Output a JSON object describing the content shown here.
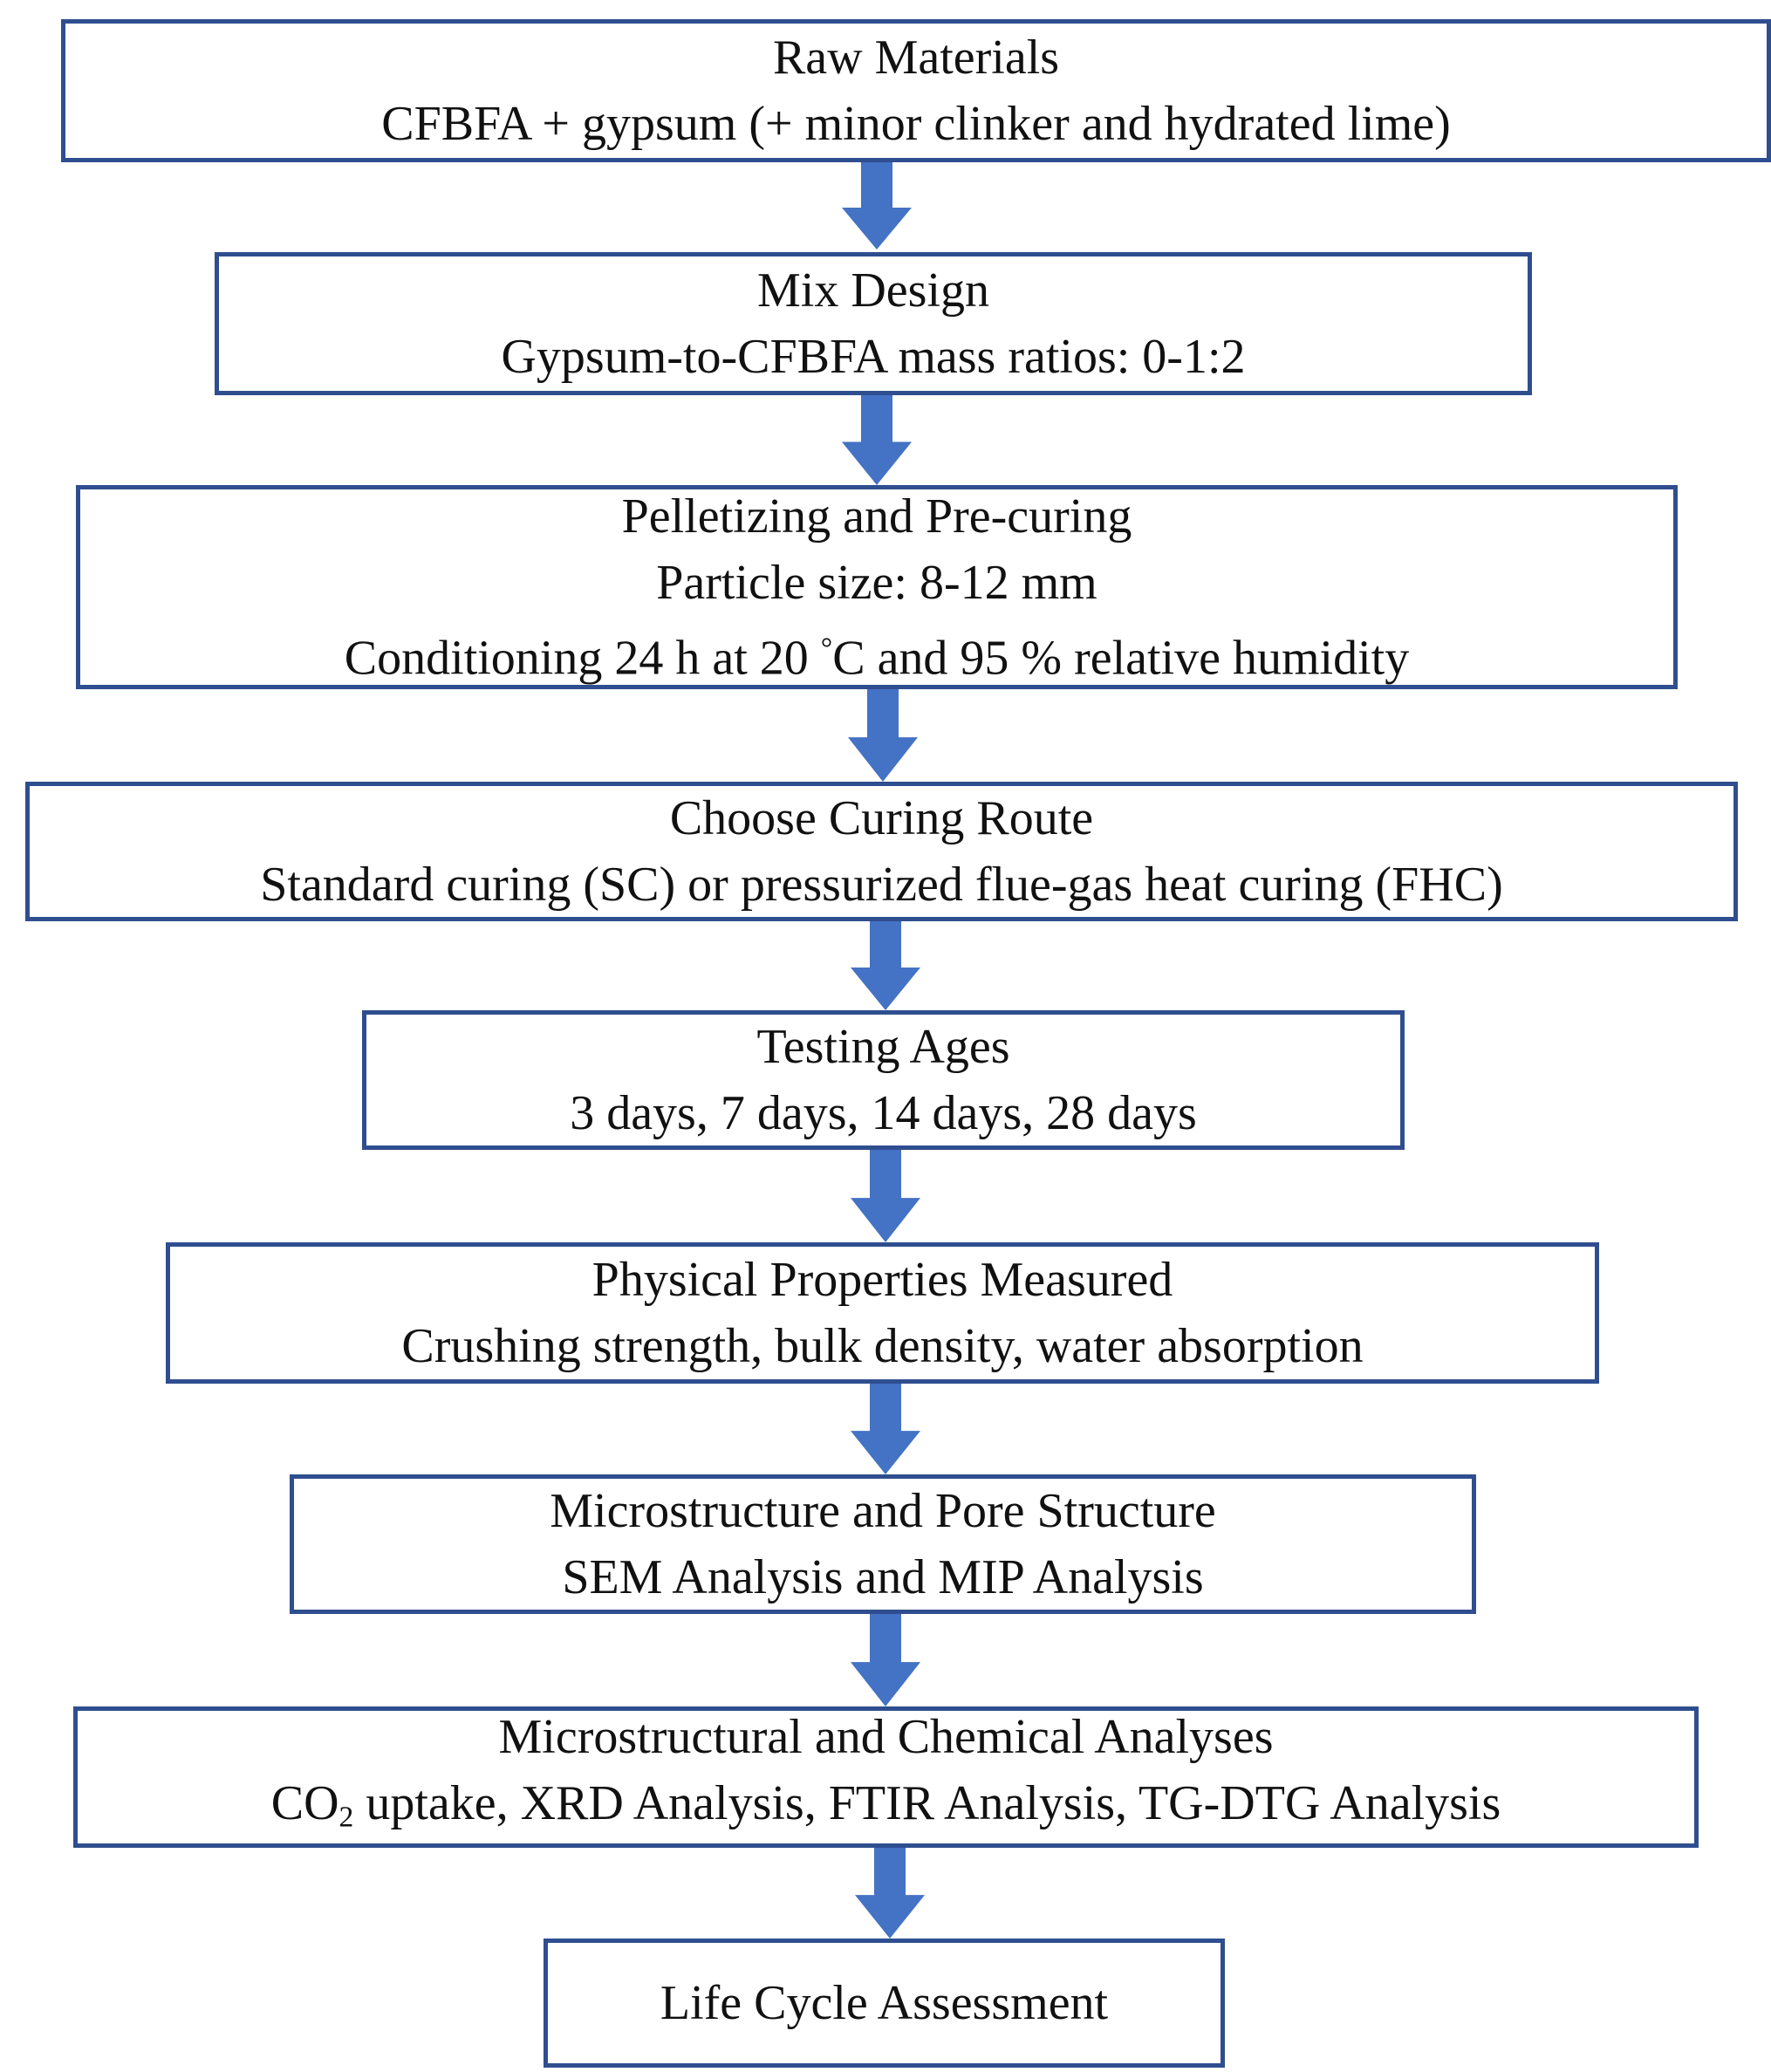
{
  "colors": {
    "box_border": "#2f4e8f",
    "arrow_fill": "#4472c4",
    "text": "#111111"
  },
  "steps": [
    {
      "title": "Raw Materials",
      "lines": [
        "CFBFA + gypsum (+ minor clinker and hydrated lime)"
      ]
    },
    {
      "title": "Mix Design",
      "lines": [
        "Gypsum-to-CFBFA mass ratios: 0-1:2"
      ]
    },
    {
      "title": "Pelletizing and Pre-curing",
      "lines": [
        "Particle size: 8-12 mm"
      ],
      "conditioning": {
        "before": "Conditioning 24 h at 20 ",
        "degree": "°",
        "after": "C and 95 % relative humidity"
      }
    },
    {
      "title": "Choose Curing Route",
      "lines": [
        "Standard curing (SC) or pressurized flue-gas heat curing (FHC)"
      ]
    },
    {
      "title": "Testing Ages",
      "lines": [
        "3 days, 7 days, 14 days, 28 days"
      ]
    },
    {
      "title": "Physical Properties Measured",
      "lines": [
        "Crushing strength, bulk density, water absorption"
      ]
    },
    {
      "title": "Microstructure and Pore Structure",
      "lines": [
        "SEM Analysis and MIP Analysis"
      ]
    },
    {
      "title": "Microstructural and Chemical Analyses",
      "co2": {
        "prefix": "CO",
        "subscript": "2",
        "rest": " uptake, XRD Analysis, FTIR Analysis, TG-DTG Analysis"
      }
    },
    {
      "title": "Life Cycle Assessment"
    }
  ]
}
